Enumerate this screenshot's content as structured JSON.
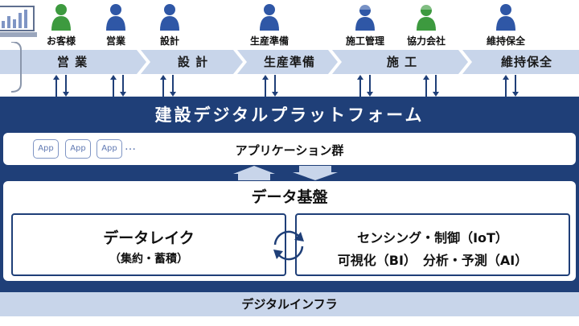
{
  "stakeholders": [
    {
      "label": "お客様",
      "color": "#3d9a3f"
    },
    {
      "label": "営業",
      "color": "#2f57a6"
    },
    {
      "label": "設計",
      "color": "#2f57a6"
    },
    {
      "label": "生産準備",
      "color": "#2f57a6"
    },
    {
      "label": "施工管理",
      "color": "#2f57a6"
    },
    {
      "label": "協力会社",
      "color": "#3d9a3f"
    },
    {
      "label": "維持保全",
      "color": "#2f57a6"
    }
  ],
  "phases": [
    "営 業",
    "設 計",
    "生産準備",
    "施 工",
    "維持保全"
  ],
  "platform": {
    "title": "建設デジタルプラットフォーム",
    "app_chip": "App",
    "app_more": "…",
    "app_group": "アプリケーション群",
    "data_base": {
      "title": "データ基盤",
      "lake_title": "データレイク",
      "lake_subtitle": "（集約・蓄積）",
      "iot_line1": "センシング・制御（IoT）",
      "iot_line2": "可視化（BI）　分析・予測（AI）"
    }
  },
  "infra": "デジタルインフラ",
  "colors": {
    "navy": "#1f3f78",
    "phase_fill": "#c8d5ea",
    "green": "#3d9a3f",
    "blue": "#2f57a6"
  }
}
